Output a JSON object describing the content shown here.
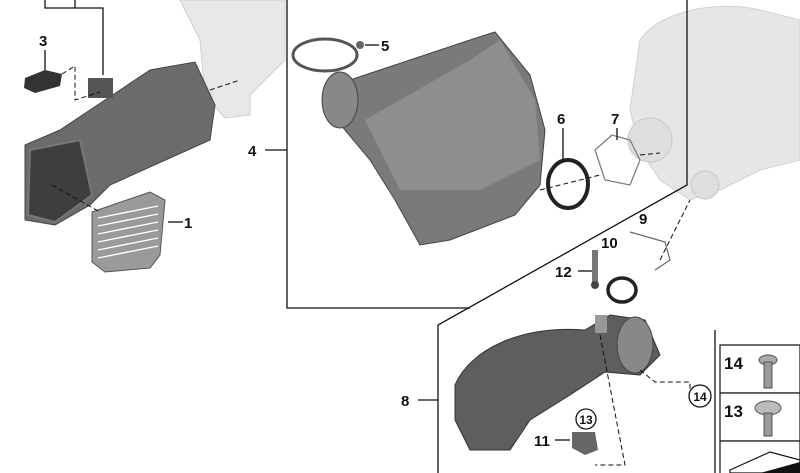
{
  "diagram": {
    "callouts": [
      {
        "id": "1",
        "text": "1"
      },
      {
        "id": "3",
        "text": "3"
      },
      {
        "id": "4",
        "text": "4"
      },
      {
        "id": "5",
        "text": "5"
      },
      {
        "id": "6",
        "text": "6"
      },
      {
        "id": "7",
        "text": "7"
      },
      {
        "id": "8",
        "text": "8"
      },
      {
        "id": "9",
        "text": "9"
      },
      {
        "id": "10",
        "text": "10"
      },
      {
        "id": "11",
        "text": "11"
      },
      {
        "id": "12",
        "text": "12"
      },
      {
        "id": "13c",
        "text": "13"
      },
      {
        "id": "14c",
        "text": "14"
      }
    ],
    "legend": [
      {
        "text": "14",
        "part": "screw-pan-head"
      },
      {
        "text": "13",
        "part": "screw-washer-head"
      }
    ],
    "colors": {
      "part": "#6f6f6f",
      "part_light": "#9a9a9a",
      "ghost": "#e4e4e4",
      "line": "#111111"
    }
  }
}
